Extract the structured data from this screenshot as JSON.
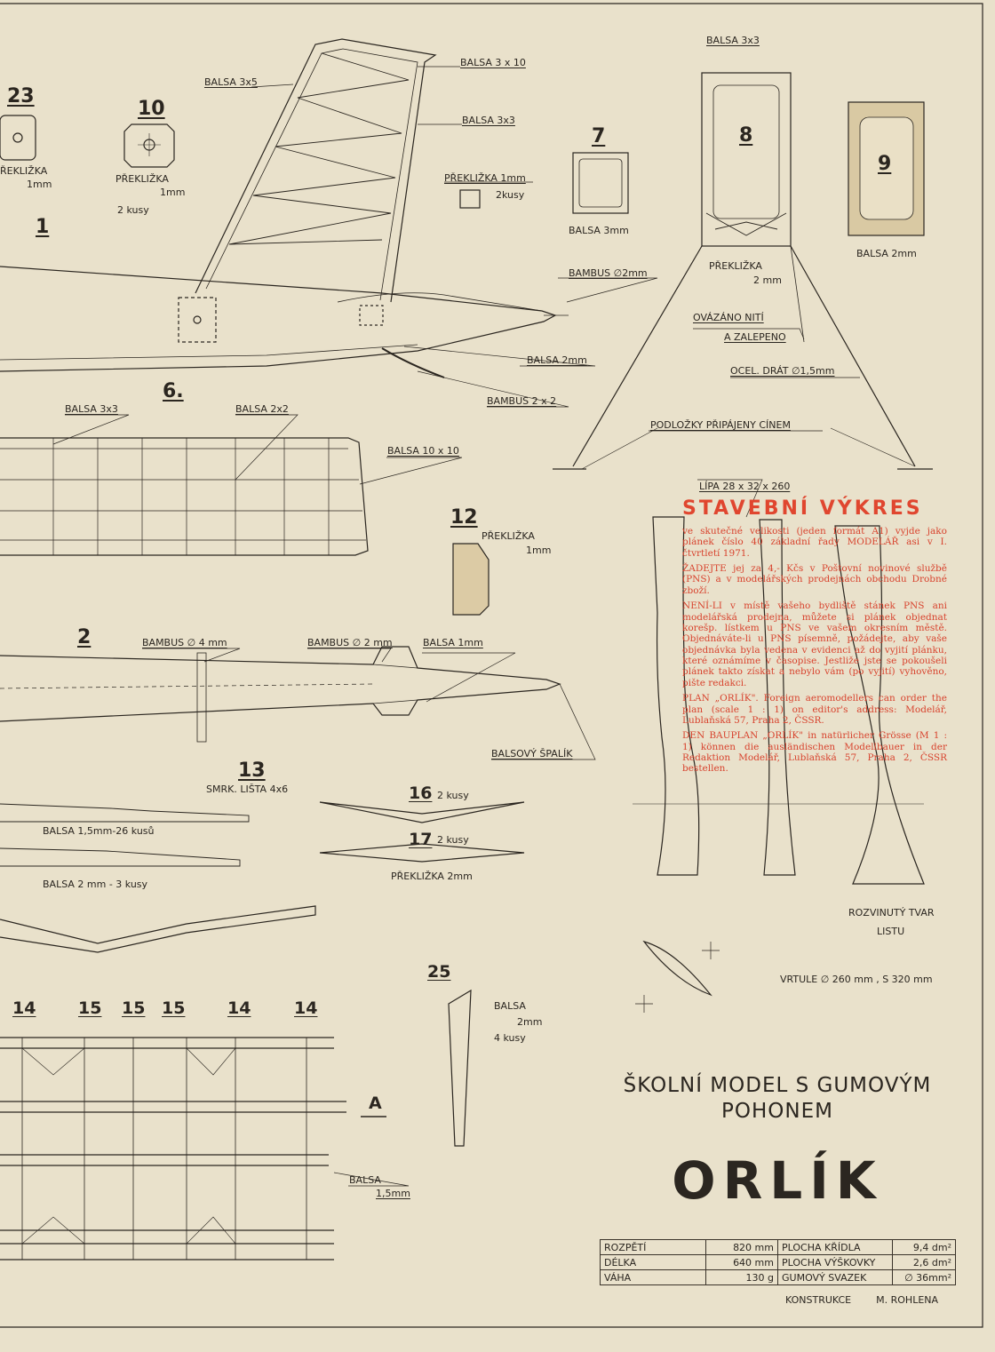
{
  "labels": {
    "balsa_3x3_top": "BALSA 3x3",
    "balsa_3x10_fin": "BALSA  3 x 10",
    "balsa_3x5": "BALSA 3x5",
    "balsa_3x3_fin": "BALSA 3x3",
    "preklizka_1mm_2kusy": "PŘEKLIŽKA 1mm",
    "kusy_2_a": "2kusy",
    "preklizka_left": "ŘEKLIŽKA",
    "mm1_left": "1mm",
    "preklizka_10": "PŘEKLIŽKA",
    "mm1_10": "1mm",
    "kusy_10": "2 kusy",
    "balsa_3mm": "BALSA 3mm",
    "balsa_2mm_9": "BALSA 2mm",
    "preklizka_8": "PŘEKLIŽKA",
    "mm2_8": "2 mm",
    "bambus_2mm_top": "BAMBUS ∅2mm",
    "ovazano": "OVÁZÁNO NITÍ",
    "zalepeno": "A ZALEPENO",
    "balsa_2mm_fus": "BALSA 2mm",
    "ocel_drat": "OCEL. DRÁT ∅1,5mm",
    "bambus_2x2": "BAMBUS 2 x 2",
    "podlozky": "PODLOŽKY PŘIPÁJENY CÍNEM",
    "balsa_3x3_wing": "BALSA 3x3",
    "balsa_2x2": "BALSA 2x2",
    "balsa_10x10": "BALSA  10 x 10",
    "lipa": "LÍPA   28 x 32 x 260",
    "preklizka_12": "PŘEKLIŽKA",
    "mm1_12": "1mm",
    "bambus_4mm": "BAMBUS ∅ 4 mm",
    "bambus_2mm_nose": "BAMBUS ∅ 2 mm",
    "balsa_1mm": "BALSA 1mm",
    "balsovy_spalik": "BALSOVÝ ŠPALÍK",
    "smrk_lista": "SMRK. LIŠTA 4x6",
    "kusy_16": "2 kusy",
    "kusy_17": "2 kusy",
    "preklizka_2mm_17": "PŘEKLIŽKA  2mm",
    "balsa_15_26": "BALSA 1,5mm-26 kusů",
    "balsa_2mm_3": "BALSA 2 mm - 3 kusy",
    "balsa_25": "BALSA",
    "mm2_25": "2mm",
    "kusy_25": "4 kusy",
    "balsa_15mm": "BALSA",
    "mm15": "1,5mm",
    "rozvinuty": "ROZVINUTÝ  TVAR",
    "listu": "LISTU",
    "vrtule": "VRTULE  ∅ 260 mm ,  S 320 mm",
    "section_a": "A"
  },
  "parts": {
    "p23": "23",
    "p10": "10",
    "p7": "7",
    "p8": "8",
    "p9": "9",
    "p1": "1",
    "p6": "6.",
    "p12": "12",
    "p2": "2",
    "p13": "13",
    "p16": "16",
    "p17": "17",
    "p25": "25",
    "r14a": "14",
    "r15a": "15",
    "r15b": "15",
    "r15c": "15",
    "r14b": "14",
    "r14c": "14"
  },
  "note": {
    "heading": "STAVEBNÍ VÝKRES",
    "p1": "ve skutečné velikosti (jeden formát A1) vyjde jako plánek číslo 40 základní řady MODELÁŘ asi v I. čtvrtletí 1971.",
    "p2": "ŽADEJTE jej za 4,- Kčs v Poštovní novinové službě (PNS) a v modelářských prodejnách obchodu Drobné zboží.",
    "p3": "NENÍ-LI v místě vašeho bydliště stánek PNS ani modelářská prodejna, můžete si plánek objednat korešp. lístkem u PNS ve vašem okresním městě. Objednáváte-li u PNS písemně, požádejte, aby vaše objednávka byla vedena v evidenci až do vyjití plánku, které oznámíme v časopise. Jestliže jste se pokoušeli plánek takto získat a nebylo vám (po vyjití) vyhověno, pište redakci.",
    "p4": "PLAN „ORLÍK\". Foreign aeromodellers can order the plan (scale 1 : 1) on editor's address: Modelář, Lublaňská 57, Praha 2, ČSSR.",
    "p5": "DEN BAUPLAN „ORLÍK\" in natürlicher Grösse (M 1 : 1) können die ausländischen Modellbauer in der Redaktion Modelář, Lublaňská 57, Praha 2, ČSSR bestellen."
  },
  "title": {
    "line1": "ŠKOLNÍ MODEL S GUMOVÝM",
    "line2": "POHONEM",
    "name": "ORLÍK"
  },
  "specs": [
    {
      "label": "ROZPĚTÍ",
      "value": "820 mm",
      "label2": "PLOCHA KŘÍDLA",
      "value2": "9,4    dm²"
    },
    {
      "label": "DÉLKA",
      "value": "640 mm",
      "label2": "PLOCHA VÝŠKOVKY",
      "value2": "2,6    dm²"
    },
    {
      "label": "VÁHA",
      "value": "130    g",
      "label2": "GUMOVÝ SVAZEK",
      "value2": "∅ 36mm²"
    }
  ],
  "credit": {
    "label": "KONSTRUKCE",
    "author": "M. ROHLENA"
  },
  "colors": {
    "paper": "#e9e1cb",
    "ink": "#2b2620",
    "red": "#d8432e",
    "wood": "#c9b48a"
  }
}
